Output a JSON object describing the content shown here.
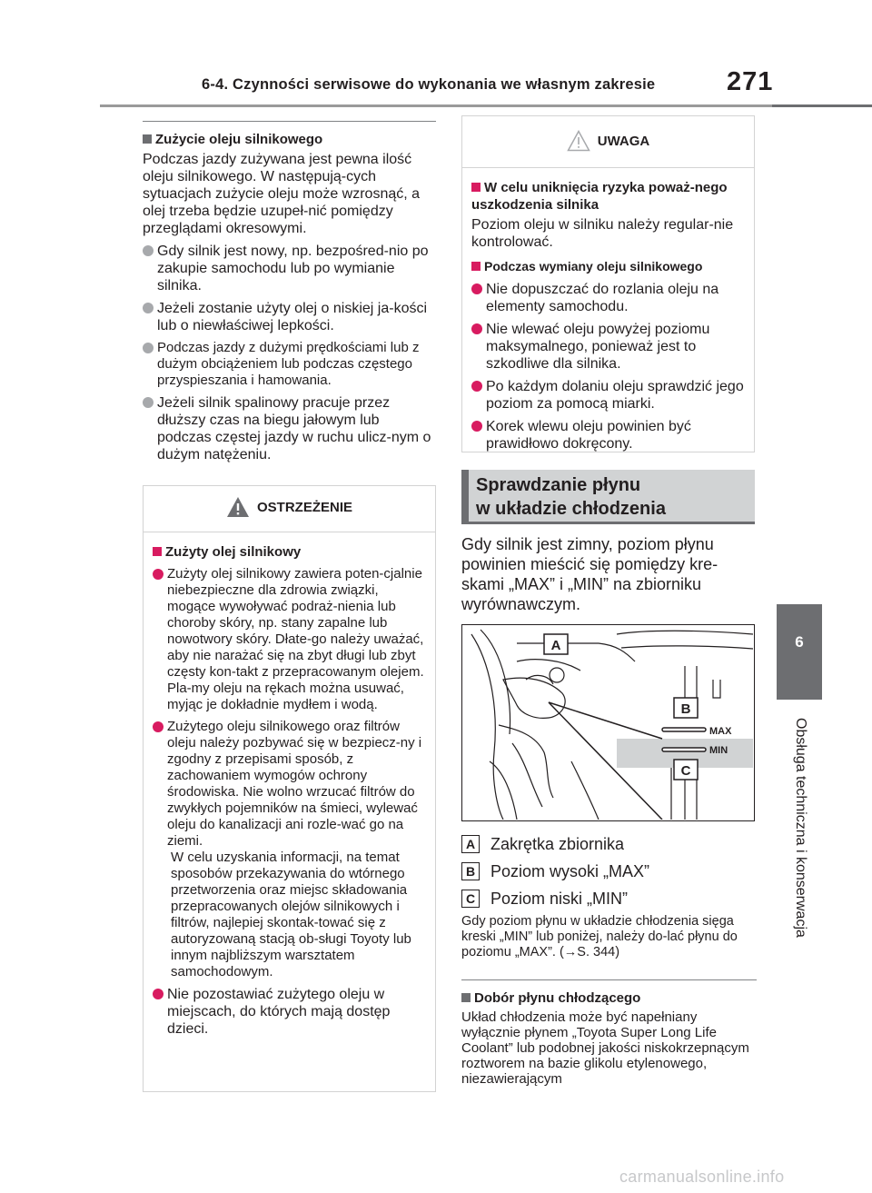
{
  "header": {
    "title": "6-4. Czynności serwisowe do wykonania we własnym zakresie",
    "page_number": "271"
  },
  "side_tab": {
    "chapter_number": "6",
    "chapter_label": "Obsługa techniczna i konserwacja"
  },
  "left_section": {
    "heading": "Zużycie oleju silnikowego",
    "intro": "Podczas jazdy zużywana jest pewna ilość oleju silnikowego. W następują-cych sytuacjach zużycie oleju może wzrosnąć, a olej trzeba będzie uzupeł-nić pomiędzy przeglądami okresowymi.",
    "bullets": [
      "Gdy silnik jest nowy, np. bezpośred-nio po zakupie samochodu lub po wymianie silnika.",
      "Jeżeli zostanie użyty olej o niskiej ja-kości lub o niewłaściwej lepkości.",
      "Podczas jazdy z dużymi prędkościami lub z dużym obciążeniem lub podczas częstego przyspieszania i hamowania.",
      "Jeżeli silnik spalinowy pracuje przez dłuższy czas na biegu jałowym lub podczas częstej jazdy w ruchu ulicz-nym o dużym natężeniu."
    ]
  },
  "warning_box": {
    "title": "OSTRZEŻENIE",
    "heading": "Zużyty olej silnikowy",
    "bullet1": "Zużyty olej silnikowy zawiera poten-cjalnie niebezpieczne dla zdrowia związki, mogące wywoływać podraż-nienia lub choroby skóry, np. stany zapalne lub nowotwory skóry. Dłate-go należy uważać, aby nie narażać się na zbyt długi lub zbyt częsty kon-takt z przepracowanym olejem. Pla-my oleju na rękach można usuwać, myjąc je dokładnie mydłem i wodą.",
    "bullet2": "Zużytego oleju silnikowego oraz filtrów oleju należy pozbywać się w bezpiecz-ny i zgodny z przepisami sposób, z zachowaniem wymogów ochrony środowiska. Nie wolno wrzucać filtrów do zwykłych pojemników na śmieci, wylewać oleju do kanalizacji ani rozle-wać go na ziemi.",
    "bullet2_sub": "W celu uzyskania informacji, na temat sposobów przekazywania do wtórnego przetworzenia oraz miejsc składowania przepracowanych olejów silnikowych i filtrów, najlepiej skontak-tować się z autoryzowaną stacją ob-sługi Toyoty lub innym najbliższym warsztatem samochodowym.",
    "bullet3": "Nie pozostawiać zużytego oleju w miejscach, do których mają dostęp dzieci."
  },
  "caution_box": {
    "title": "UWAGA",
    "heading1": "W celu uniknięcia ryzyka poważ-nego uszkodzenia silnika",
    "para1": "Poziom oleju w silniku należy regular-nie kontrolować.",
    "heading2": "Podczas wymiany oleju silnikowego",
    "bullets": [
      "Nie dopuszczać do rozlania oleju na elementy samochodu.",
      "Nie wlewać oleju powyżej poziomu maksymalnego, ponieważ jest to szkodliwe dla silnika.",
      "Po każdym dolaniu oleju sprawdzić jego poziom za pomocą miarki.",
      "Korek wlewu oleju powinien być prawidłowo dokręcony."
    ]
  },
  "coolant_section": {
    "heading_line1": "Sprawdzanie płynu",
    "heading_line2": "w układzie chłodzenia",
    "intro": "Gdy silnik jest zimny, poziom płynu powinien mieścić się pomiędzy kre-skami „MAX” i „MIN” na zbiorniku wyrównawczym.",
    "figure_labels": {
      "a": "A",
      "b": "B",
      "c": "C",
      "max": "MAX",
      "min": "MIN"
    },
    "legend": [
      {
        "key": "A",
        "text": "Zakrętka zbiornika"
      },
      {
        "key": "B",
        "text": "Poziom wysoki „MAX”"
      },
      {
        "key": "C",
        "text": "Poziom niski „MIN”"
      }
    ],
    "note": "Gdy poziom płynu w układzie chłodzenia sięga kreski „MIN” lub poniżej, należy do-lać płynu do poziomu „MAX”. (→S. 344)"
  },
  "coolant_choice": {
    "heading": "Dobór płynu chłodzącego",
    "text": "Układ chłodzenia może być napełniany wyłącznie płynem „Toyota Super Long Life Coolant” lub podobnej jakości niskokrzepnącym roztworem na bazie glikolu etylenowego, niezawierającym"
  },
  "watermark": "carmanualsonline.info",
  "colors": {
    "accent": "#d81b60",
    "grey_bullet": "#a7a9ac",
    "tab": "#6d6e71",
    "heading_bg": "#d1d3d4"
  }
}
